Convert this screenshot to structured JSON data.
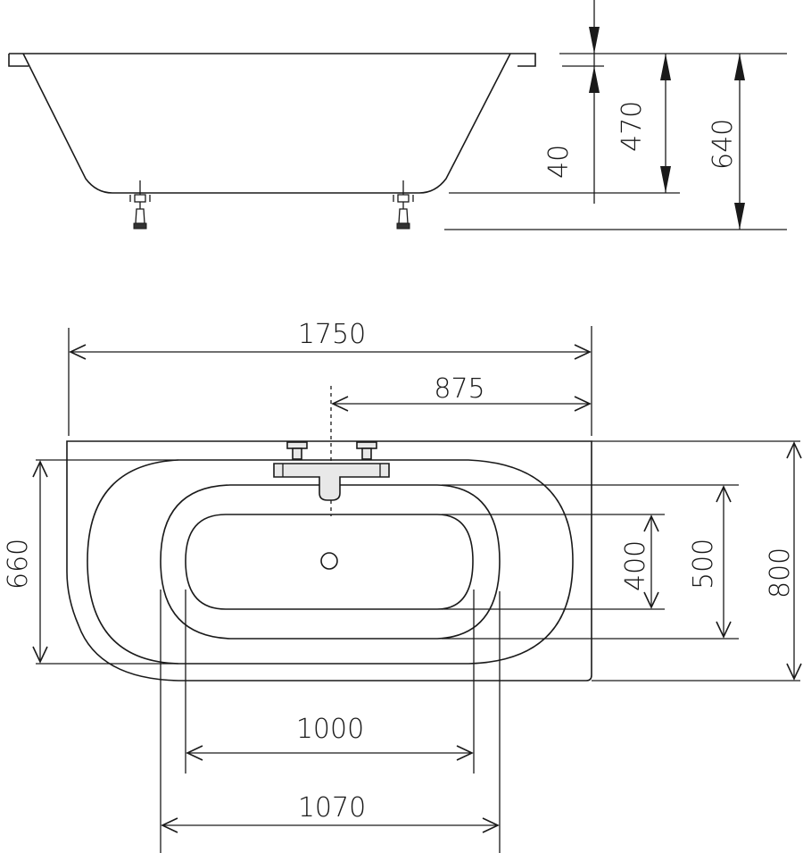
{
  "drawing": {
    "title": "Bathtub dimension drawing",
    "units": "mm",
    "side_view": {
      "dimensions": {
        "rim_thickness": "40",
        "tub_depth": "470",
        "total_height": "640"
      }
    },
    "top_view": {
      "dimensions": {
        "overall_length": "1750",
        "drain_offset": "875",
        "overall_width": "800",
        "outer_basin_width": "660",
        "basin_width_500": "500",
        "basin_width_400": "400",
        "inner_length_1000": "1000",
        "basin_length_1070": "1070"
      }
    }
  }
}
